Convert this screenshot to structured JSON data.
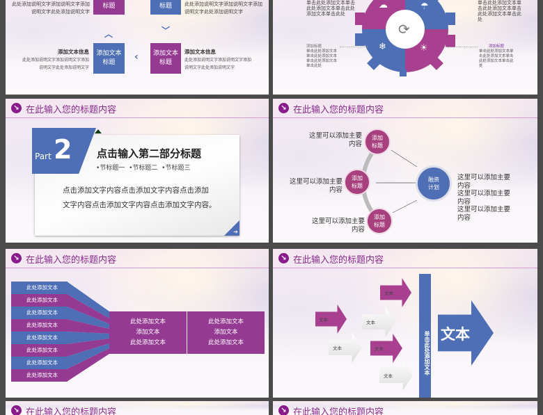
{
  "slide_top_left": {
    "box_top_left": "标题",
    "box_top_right": "标题",
    "box_bottom_left": "添加文本标题",
    "box_bottom_right": "添加文本标题",
    "top_left_lines": [
      "此处添加说明文字添加说明文字添加",
      "说明文字此处添加说明文字"
    ],
    "top_right_lines": [
      "此处添加说明文字添加说明文字添加",
      "说明文字此处添加说明文字"
    ],
    "left_info": {
      "title": "添加文本信息",
      "lines": [
        "此处添加说明文字添加说明文字添加",
        "说明文字此处添加说明文字"
      ]
    },
    "right_info": {
      "title": "添加文本信息",
      "lines": [
        "此处添加说明文字添加说明文字添加",
        "说明文字此处添加说明文字"
      ]
    }
  },
  "slide_top_right": {
    "top_left_lines": [
      "单击此处添加文本单击",
      "此处添加文本单击此处",
      "添加文本单击此处"
    ],
    "top_right_lines": [
      "单击此处添加文本单",
      "击此处添加文本单击",
      "此处添加文本单击此",
      "处"
    ],
    "bottom_left": {
      "title": "添加标题",
      "lines": [
        "单击此处添加文本",
        "单击此处添加文本",
        "单击此处添加文本",
        "单击此处"
      ]
    },
    "bottom_right": {
      "title": "添加标题",
      "lines": [
        "单击此处添加文本单",
        "击此处添加文本单击",
        "此处添加文本单击此",
        "处"
      ]
    },
    "icons": [
      "cloud-icon",
      "rain-icon",
      "snow-icon",
      "sun-icon",
      "refresh-icon"
    ]
  },
  "header_title": "在此输入您的标题内容",
  "slide_part2": {
    "part_label": "Part",
    "part_number": "2",
    "title": "点击输入第二部分标题",
    "subsections": [
      "节标题一",
      "节标题二",
      "节标题三"
    ],
    "body_lines": [
      "点击添加文字内容点击添加文字内容点击添加",
      "文字内容点击添加文字内容点击添加文字内容。"
    ]
  },
  "slide_cycle": {
    "nodes": [
      "添加标题",
      "添加标题",
      "添加标题"
    ],
    "node_texts": [
      [
        "这里可以添加主要",
        "内容"
      ],
      [
        "这里可以添加主要",
        "内容"
      ],
      [
        "这里可以添加主要",
        "内容"
      ]
    ],
    "center": "融资计划",
    "right_texts": [
      "这里可以添加主要",
      "内容",
      "这里可以添加主要",
      "内容",
      "这里可以添加主要",
      "内容"
    ]
  },
  "slide_funnel": {
    "bars": [
      "此处添加文本",
      "此处添加文本",
      "此处添加文本",
      "此处添加文本",
      "此处添加文本",
      "此处添加文本",
      "此处添加文本",
      "此处添加文本"
    ],
    "box1": [
      "此处添加文本",
      "添加文本",
      "此处添加文本"
    ],
    "box2": [
      "此处添加文本",
      "添加文本",
      "此处添加文本"
    ]
  },
  "slide_arrows": {
    "small_arrows": [
      "文本",
      "文本",
      "文本",
      "文本",
      "文本",
      "文本"
    ],
    "vertical_bar": "单击此处添加文本",
    "big_arrow": "文本"
  },
  "colors": {
    "purple": "#953a92",
    "blue": "#4e6fb5",
    "header": "#8a2a8c"
  }
}
